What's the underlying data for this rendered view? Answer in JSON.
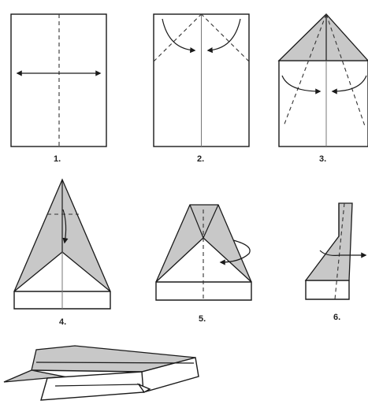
{
  "diagram": {
    "colors": {
      "paper": "#ffffff",
      "fold": "#c8c8c8",
      "ink": "#1a1a1a"
    },
    "steps": [
      {
        "label": "1."
      },
      {
        "label": "2."
      },
      {
        "label": "3."
      },
      {
        "label": "4."
      },
      {
        "label": "5."
      },
      {
        "label": "6."
      }
    ],
    "final": {
      "icon": "paper-airplane-icon"
    }
  }
}
